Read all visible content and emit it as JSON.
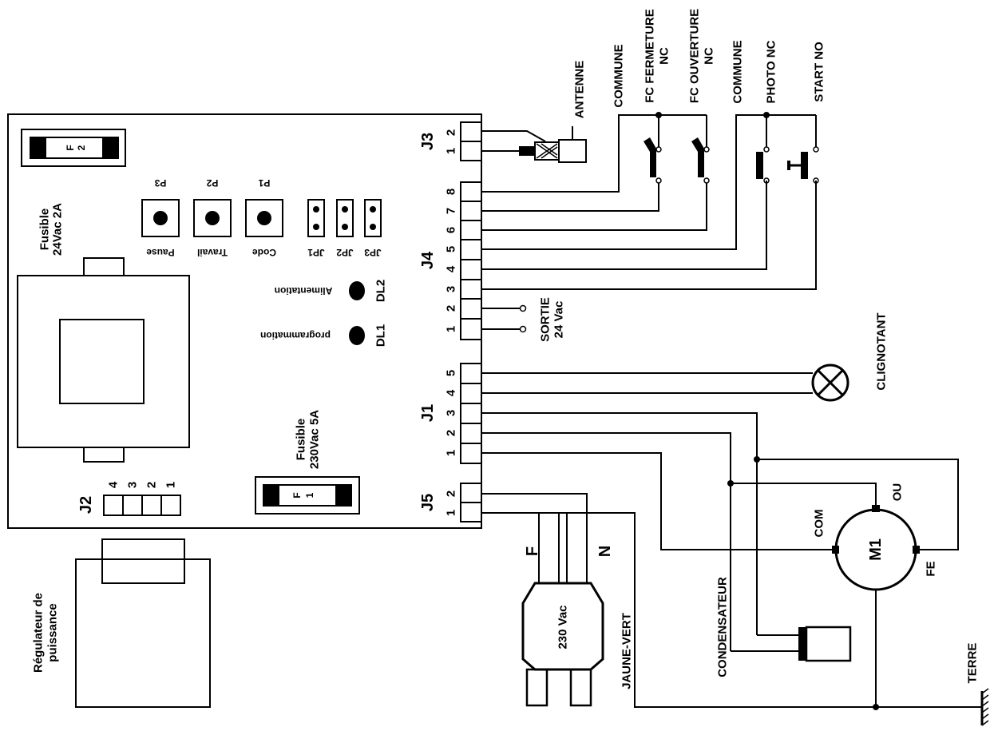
{
  "board": {
    "fuse_f2": {
      "mark": "F",
      "num": "2",
      "label_line1": "Fusible",
      "label_line2": "24Vac 2A"
    },
    "fuse_f1": {
      "mark": "F",
      "num": "1",
      "label_line1": "Fusible",
      "label_line2": "230Vac 5A"
    },
    "buttons": [
      {
        "id": "P3",
        "caption": "Pause"
      },
      {
        "id": "P2",
        "caption": "Travail"
      },
      {
        "id": "P1",
        "caption": "Code"
      }
    ],
    "jumpers": [
      "JP1",
      "JP2",
      "JP3"
    ],
    "leds": [
      {
        "id": "DL2",
        "caption": "Alimentation"
      },
      {
        "id": "DL1",
        "caption": "programmation"
      }
    ],
    "connectors": {
      "J3": {
        "name": "J3",
        "pins": [
          "1",
          "2"
        ]
      },
      "J4": {
        "name": "J4",
        "pins": [
          "1",
          "2",
          "3",
          "4",
          "5",
          "6",
          "7",
          "8"
        ]
      },
      "J1": {
        "name": "J1",
        "pins": [
          "1",
          "2",
          "3",
          "4",
          "5"
        ]
      },
      "J5": {
        "name": "J5",
        "pins": [
          "1",
          "2"
        ]
      },
      "J2": {
        "name": "J2",
        "pins": [
          "1",
          "2",
          "3",
          "4"
        ]
      }
    }
  },
  "external": {
    "antenne": "ANTENNE",
    "commune_1": "COMMUNE",
    "fc_fermeture_line1": "FC FERMETURE",
    "fc_fermeture_line2": "NC",
    "fc_ouverture_line1": "FC OUVERTURE",
    "fc_ouverture_line2": "NC",
    "commune_2": "COMMUNE",
    "photo": "PHOTO  NC",
    "start": "START  NO",
    "sortie_line1": "SORTIE",
    "sortie_line2": "24 Vac",
    "clignotant": "CLIGNOTANT",
    "motor": "M1",
    "motor_com": "COM",
    "motor_ou": "OU",
    "motor_fe": "FE",
    "condensateur": "CONDENSATEUR",
    "terre": "TERRE",
    "jaune_vert": "JAUNE-VERT",
    "plug": "230 Vac",
    "phase_f": "F",
    "neutral_n": "N",
    "regulateur_line1": "Régulateur de",
    "regulateur_line2": "puissance"
  }
}
